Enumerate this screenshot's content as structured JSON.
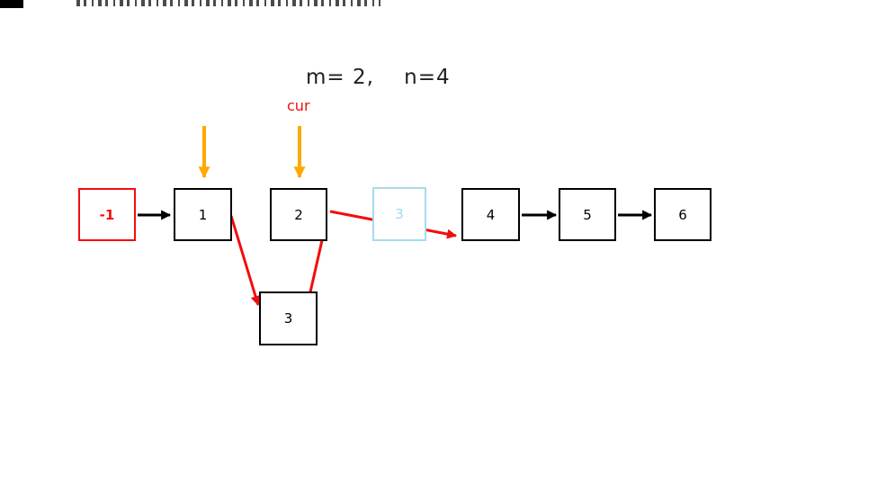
{
  "header": {
    "params": "m= 2,    n=4",
    "cur_label": "cur"
  },
  "nodes": [
    {
      "label": "-1",
      "role": "dummy-head"
    },
    {
      "label": "1",
      "role": "list-node"
    },
    {
      "label": "2",
      "role": "list-node-cur"
    },
    {
      "label": "3",
      "role": "original-position-ghost"
    },
    {
      "label": "4",
      "role": "list-node"
    },
    {
      "label": "5",
      "role": "list-node"
    },
    {
      "label": "6",
      "role": "list-node"
    },
    {
      "label": "3",
      "role": "moved-node"
    }
  ],
  "diagram": {
    "type": "linked-list-reversal",
    "edges": [
      {
        "from": "-1",
        "to": "1",
        "color": "black"
      },
      {
        "from": "4",
        "to": "5",
        "color": "black"
      },
      {
        "from": "5",
        "to": "6",
        "color": "black"
      },
      {
        "from": "1",
        "to": "3(moved)",
        "color": "red"
      },
      {
        "from": "3(moved)",
        "to": "2",
        "color": "red"
      },
      {
        "from": "2",
        "to": "4",
        "color": "red"
      }
    ],
    "pointers": [
      {
        "label": "",
        "target": "1",
        "color": "orange"
      },
      {
        "label": "cur",
        "target": "2",
        "color": "orange"
      }
    ]
  },
  "colors": {
    "red": "#f20d0d",
    "orange": "#ffa800",
    "ghost_blue": "#a6dcef",
    "black": "#000000"
  }
}
